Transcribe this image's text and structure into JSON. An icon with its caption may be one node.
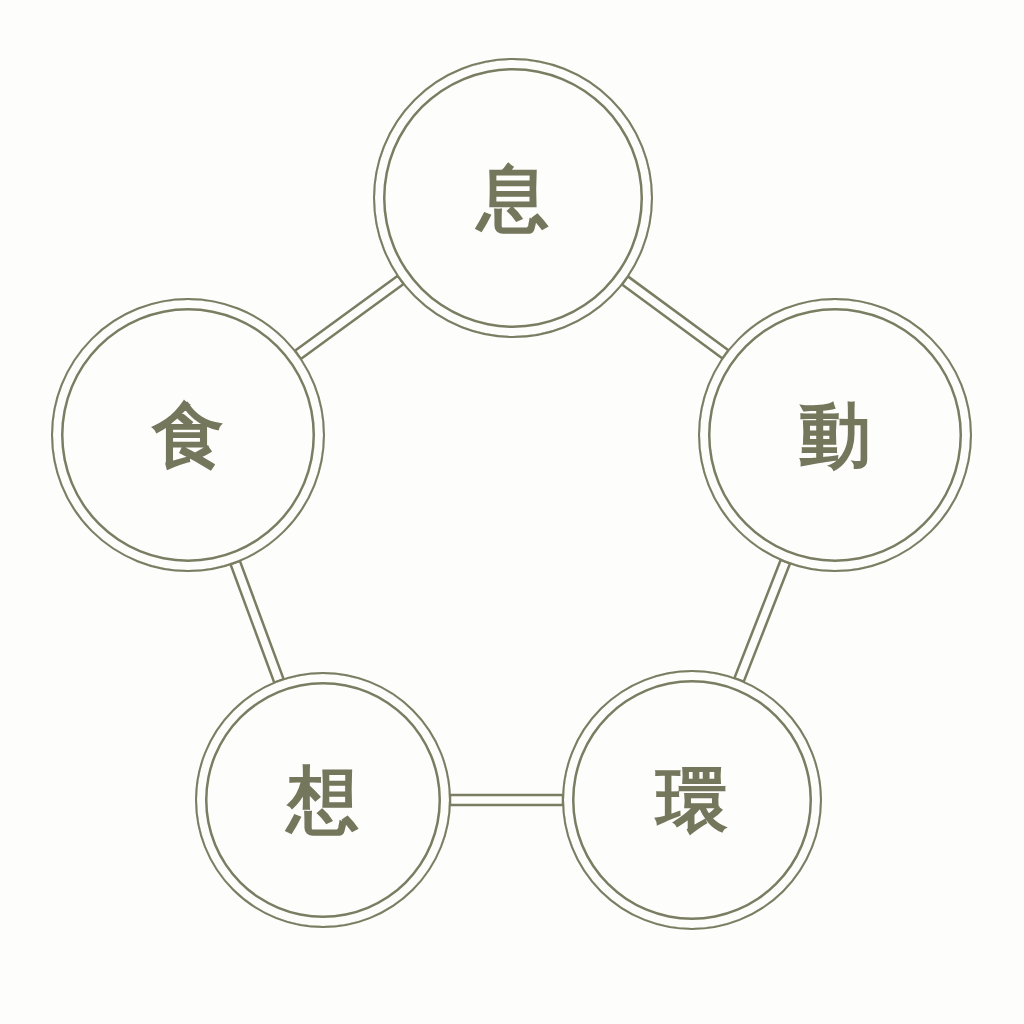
{
  "diagram": {
    "nodes": [
      {
        "text": [
          "息"
        ]
      },
      {
        "text": [
          "動"
        ]
      },
      {
        "text": [
          "環"
        ]
      },
      {
        "text": [
          "想"
        ]
      },
      {
        "text": [
          "食"
        ]
      }
    ],
    "edges": [
      {
        "from": 0,
        "to": 1,
        "arrow": "none"
      },
      {
        "from": 1,
        "to": 2,
        "arrow": "none"
      },
      {
        "from": 2,
        "to": 3,
        "arrow": "none"
      },
      {
        "from": 3,
        "to": 4,
        "arrow": "none"
      },
      {
        "from": 4,
        "to": 0,
        "arrow": "none"
      }
    ]
  }
}
